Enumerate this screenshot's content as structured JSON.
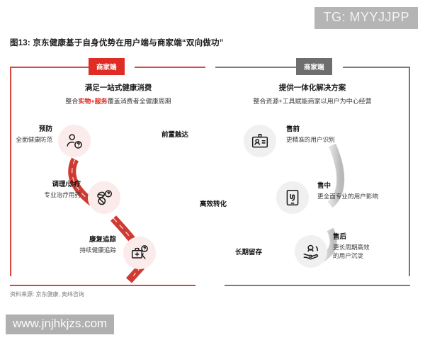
{
  "watermarks": {
    "top_right": "TG: MYYJJPP",
    "bottom_left": "www.jnjhkjzs.com"
  },
  "figure": {
    "title": "图13: 京东健康基于自身优势在用户端与商家端“双向做功”",
    "source": "资料来源: 京东健康, 奥纬咨询"
  },
  "sides": {
    "left": {
      "badge": "商家端",
      "headline": "满足一站式健康消费",
      "subline_pre": "整合",
      "subline_hi1": "实物",
      "subline_mid": "+",
      "subline_hi2": "服务",
      "subline_post": "覆盖消费者全健康周期",
      "accent": "#df2d25"
    },
    "right": {
      "badge": "商家端",
      "headline": "提供一体化解决方案",
      "subline": "整合资源+工具赋能商家以用户为中心经营",
      "accent": "#6e6e6e"
    }
  },
  "left_nodes": [
    {
      "title": "预防",
      "desc": "全面健康防范",
      "icon": "user-question-icon"
    },
    {
      "title": "调理/诊疗",
      "desc": "专业治疗用药",
      "icon": "pills-question-icon"
    },
    {
      "title": "康复追踪",
      "desc": "持续健康追踪",
      "icon": "medkit-question-icon"
    }
  ],
  "right_nodes": [
    {
      "title": "售前",
      "desc_line1": "更精准的用户识别",
      "desc_line2": "",
      "icon": "id-card-icon"
    },
    {
      "title": "售中",
      "desc_line1": "更全面专业的用户影响",
      "desc_line2": "",
      "icon": "tablet-hand-icon"
    },
    {
      "title": "售后",
      "desc_line1": "更长周期高效",
      "desc_line2": "的用户沉淀",
      "icon": "hand-user-icon"
    }
  ],
  "connectors": [
    {
      "label": "前置触达"
    },
    {
      "label": "高效转化"
    },
    {
      "label": "长期留存"
    }
  ]
}
